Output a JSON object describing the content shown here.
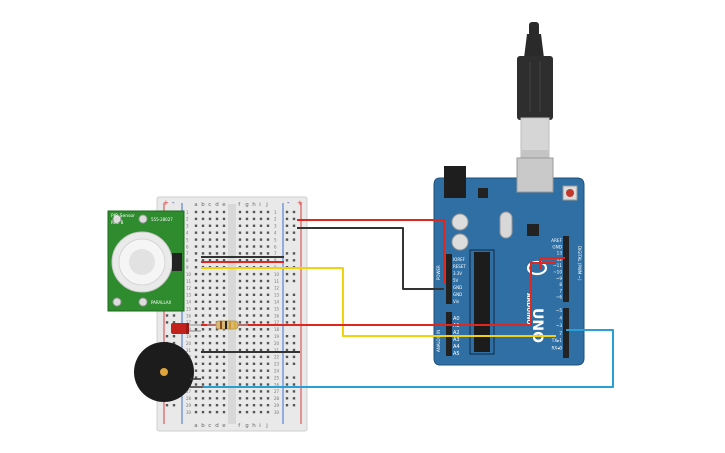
{
  "pir": {
    "title": "PIR Sensor",
    "rev": "Rev. B",
    "part": "555-28027",
    "brand": "PARALLAX"
  },
  "breadboard": {
    "columns": [
      "a",
      "b",
      "c",
      "d",
      "e",
      "f",
      "g",
      "h",
      "i",
      "j"
    ],
    "row_labels": [
      "1",
      "2",
      "3",
      "4",
      "5",
      "6",
      "7",
      "8",
      "9",
      "10",
      "11",
      "12",
      "13",
      "14",
      "15",
      "16",
      "17",
      "18",
      "19",
      "20",
      "21",
      "22",
      "23",
      "24",
      "25",
      "26",
      "27",
      "28",
      "29",
      "30"
    ],
    "rail_marks": [
      "+",
      "-"
    ]
  },
  "arduino": {
    "brand": "ARDUINO",
    "model": "UNO",
    "power_label": "POWER",
    "analog_label": "ANALOG IN",
    "digital_label": "DIGITAL (PWM ~)",
    "power_pins": [
      "IOREF",
      "RESET",
      "3.3V",
      "5V",
      "GND",
      "GND",
      "Vin"
    ],
    "analog_pins": [
      "A0",
      "A1",
      "A2",
      "A3",
      "A4",
      "A5"
    ],
    "digital_pins": [
      "AREF",
      "GND",
      "13",
      "12",
      "~11",
      "~10",
      "~9",
      "8",
      "7",
      "~6",
      "~5",
      "4",
      "~3",
      "2",
      "TX▸1",
      "RX◂0"
    ]
  },
  "colors": {
    "wire_red": "#e0271f",
    "wire_black": "#333333",
    "wire_yellow": "#f2d20c",
    "wire_blue": "#2a9fd6",
    "board_blue": "#2f6fa3",
    "pir_green": "#2e8b2e"
  }
}
